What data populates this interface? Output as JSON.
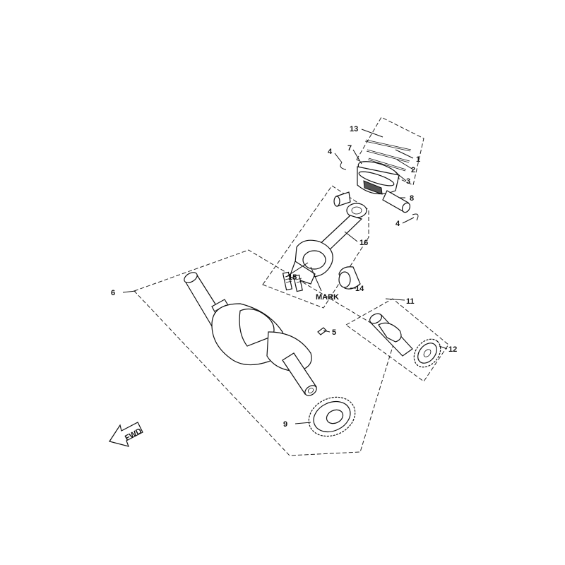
{
  "diagram": {
    "callouts": [
      "13",
      "7",
      "4",
      "1",
      "2",
      "3",
      "8",
      "4",
      "16",
      "6",
      "15",
      "14",
      "MARK",
      "5",
      "11",
      "12",
      "9"
    ],
    "fwd_text": "FWD"
  }
}
